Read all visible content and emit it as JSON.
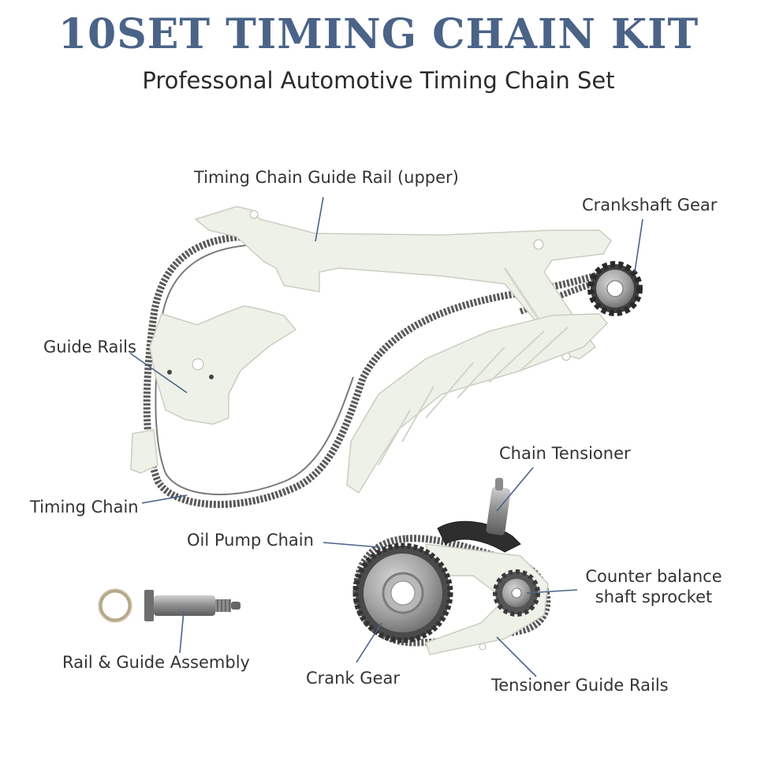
{
  "header": {
    "title": "10SET TIMING CHAIN KIT",
    "subtitle": "Professonal Automotive Timing Chain Set"
  },
  "labels": {
    "guide_rail_upper": "Timing Chain Guide Rail (upper)",
    "crankshaft_gear": "Crankshaft Gear",
    "guide_rails": "Guide Rails",
    "chain_tensioner": "Chain Tensioner",
    "timing_chain": "Timing Chain",
    "oil_pump_chain": "Oil Pump Chain",
    "counter_balance_line1": "Counter balance",
    "counter_balance_line2": "shaft sprocket",
    "rail_guide_assembly": "Rail & Guide Assembly",
    "crank_gear": "Crank Gear",
    "tensioner_guide_rails": "Tensioner Guide Rails"
  },
  "colors": {
    "title": "#4a6387",
    "plastic": "#eef1e8",
    "plastic_edge": "#c9cec1",
    "chain": "#555555",
    "metal": "#9a9a9a",
    "leader": "#4a6387"
  }
}
